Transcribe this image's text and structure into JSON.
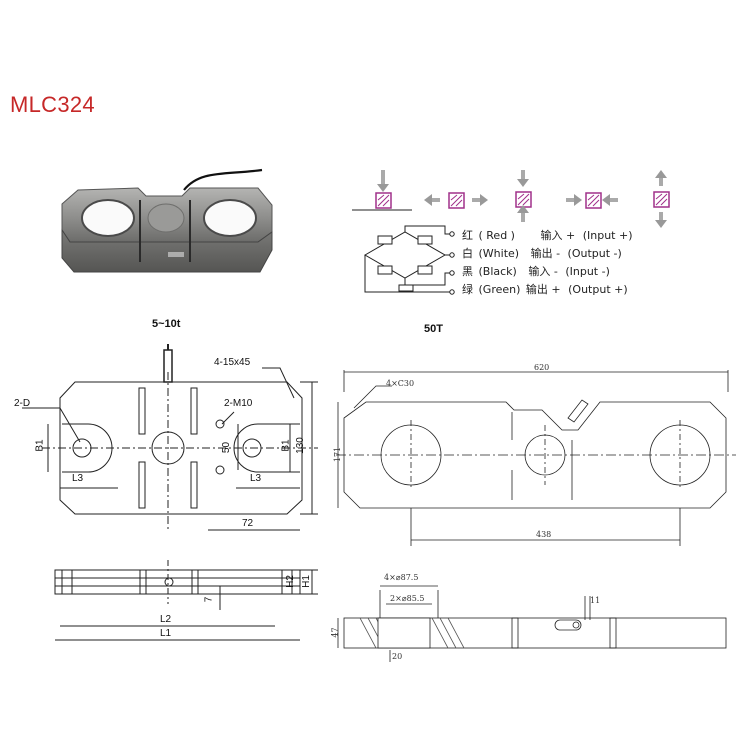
{
  "title": "MLC324",
  "wiring": [
    {
      "color_cn": "红",
      "color_en": "( Red )",
      "func_cn": "输入 +",
      "func_en": "(Input  +)"
    },
    {
      "color_cn": "白",
      "color_en": "(White)",
      "func_cn": "输出 -",
      "func_en": "(Output -)"
    },
    {
      "color_cn": "黑",
      "color_en": "(Black)",
      "func_cn": "输入 -",
      "func_en": "(Input -)"
    },
    {
      "color_cn": "绿",
      "color_en": "(Green)",
      "func_cn": "输出 +",
      "func_en": "(Output +)"
    }
  ],
  "left_drawing": {
    "capacity": "5~10t",
    "labels": {
      "chamfer": "4-15x45",
      "hole": "2-D",
      "thread": "2-M10",
      "b1_left": "B1",
      "b1_right": "B1",
      "l3_left": "L3",
      "l3_right": "L3",
      "dim_50": "50",
      "dim_130": "130",
      "dim_72": "72",
      "dim_7": "7",
      "h1": "H1",
      "h2": "H2",
      "l1": "L1",
      "l2": "L2"
    }
  },
  "right_drawing": {
    "capacity": "50T",
    "labels": {
      "length": "620",
      "chamfer": "4×C30",
      "height": "171",
      "spacing": "438",
      "cb1": "4×⌀87.5",
      "cb2": "2×⌀85.5",
      "thick": "47",
      "depth": "20",
      "dim_11": "11"
    }
  },
  "colors": {
    "title": "#c62828",
    "magenta": "#a0308a",
    "line": "#222222"
  }
}
